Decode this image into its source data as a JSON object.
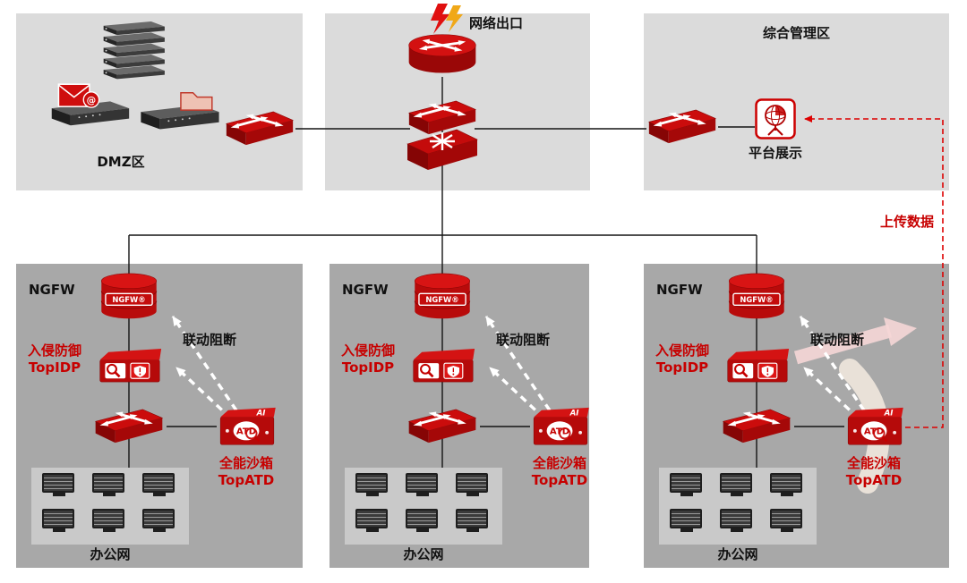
{
  "zones": {
    "dmz": {
      "label": "DMZ区",
      "mail_symbol": "@"
    },
    "internet": {
      "label": "网络出口"
    },
    "management": {
      "label": "综合管理区",
      "platform_label": "平台展示"
    }
  },
  "upload": {
    "label": "上传数据"
  },
  "branches": [
    {
      "ngfw_label": "NGFW",
      "ngfw_device_text": "NGFW®",
      "idp_name": "入侵防御",
      "idp_model": "TopIDP",
      "block_label": "联动阻断",
      "atd_ai": "AI",
      "atd_device_text": "ATD",
      "atd_name": "全能沙箱",
      "atd_model": "TopATD",
      "office_label": "办公网"
    },
    {
      "ngfw_label": "NGFW",
      "ngfw_device_text": "NGFW®",
      "idp_name": "入侵防御",
      "idp_model": "TopIDP",
      "block_label": "联动阻断",
      "atd_ai": "AI",
      "atd_device_text": "ATD",
      "atd_name": "全能沙箱",
      "atd_model": "TopATD",
      "office_label": "办公网"
    },
    {
      "ngfw_label": "NGFW",
      "ngfw_device_text": "NGFW®",
      "idp_name": "入侵防御",
      "idp_model": "TopIDP",
      "block_label": "联动阻断",
      "atd_ai": "AI",
      "atd_device_text": "ATD",
      "atd_name": "全能沙箱",
      "atd_model": "TopATD",
      "office_label": "办公网"
    }
  ],
  "colors": {
    "accent_red": "#c40000",
    "line_black": "#141414",
    "dashed_red": "#dd0000",
    "zone_top_bg": "#dbdbdb",
    "zone_branch_bg": "#a8a8a8",
    "office_bg": "#c9c9c9"
  }
}
